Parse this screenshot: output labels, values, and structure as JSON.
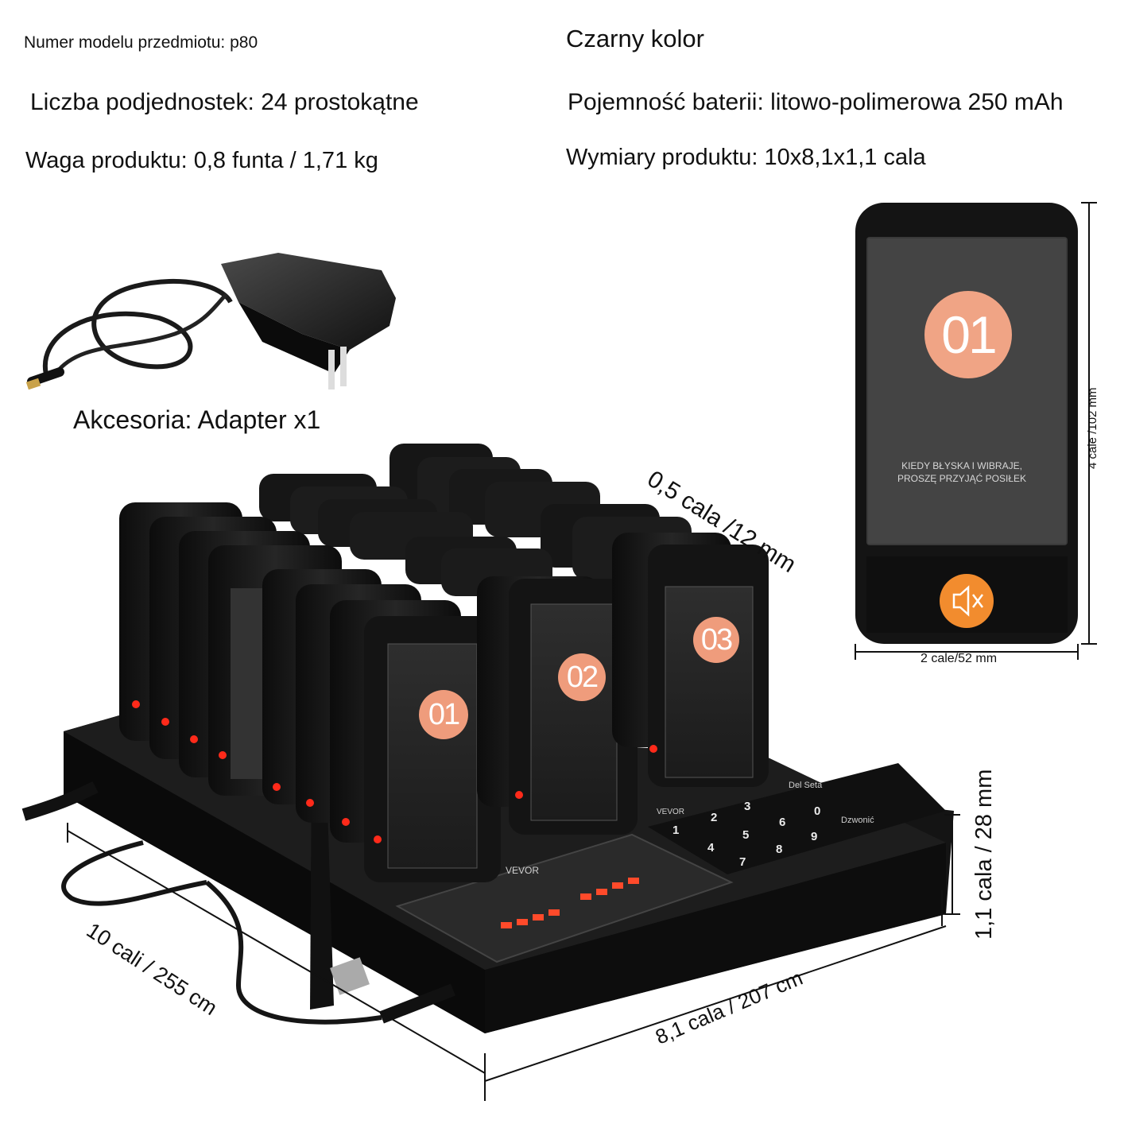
{
  "specs": {
    "model": "Numer modelu przedmiotu: p80",
    "color": "Czarny kolor",
    "subunits": "Liczba podjednostek: 24 prostokątne",
    "battery": "Pojemność baterii: litowo-polimerowa 250 mAh",
    "weight": "Waga produktu: 0,8 funta / 1,71 kg",
    "dimensions": "Wymiary produktu: 10x8,1x1,1 cala",
    "accessories": "Akcesoria: Adapter x1"
  },
  "dimensions": {
    "pager_thickness": "0,5 cala /12 mm",
    "base_length": "10 cali / 255 cm",
    "base_width": "8,1 cala / 207 cm",
    "base_height": "1,1 cala / 28 mm",
    "pager_height": "4 cale /102 mm",
    "pager_width": "2 cale/52 mm"
  },
  "pager": {
    "number": "01",
    "message_line1": "KIEDY BŁYSKA I WIBRAJE,",
    "message_line2": "PROSZĘ PRZYJĄĆ POSIŁEK"
  },
  "front_pagers": {
    "numbers": [
      "01",
      "02",
      "03"
    ]
  },
  "base": {
    "brand": "VEVOR",
    "keys": [
      "1",
      "2",
      "3",
      "4",
      "5",
      "6",
      "7",
      "8",
      "9",
      "0"
    ],
    "del_label": "Del Seta",
    "call_label": "Dzwonić"
  },
  "colors": {
    "device": "#1a1a1a",
    "accent_orange": "#f0a485",
    "led_red": "#ff2a1a"
  }
}
